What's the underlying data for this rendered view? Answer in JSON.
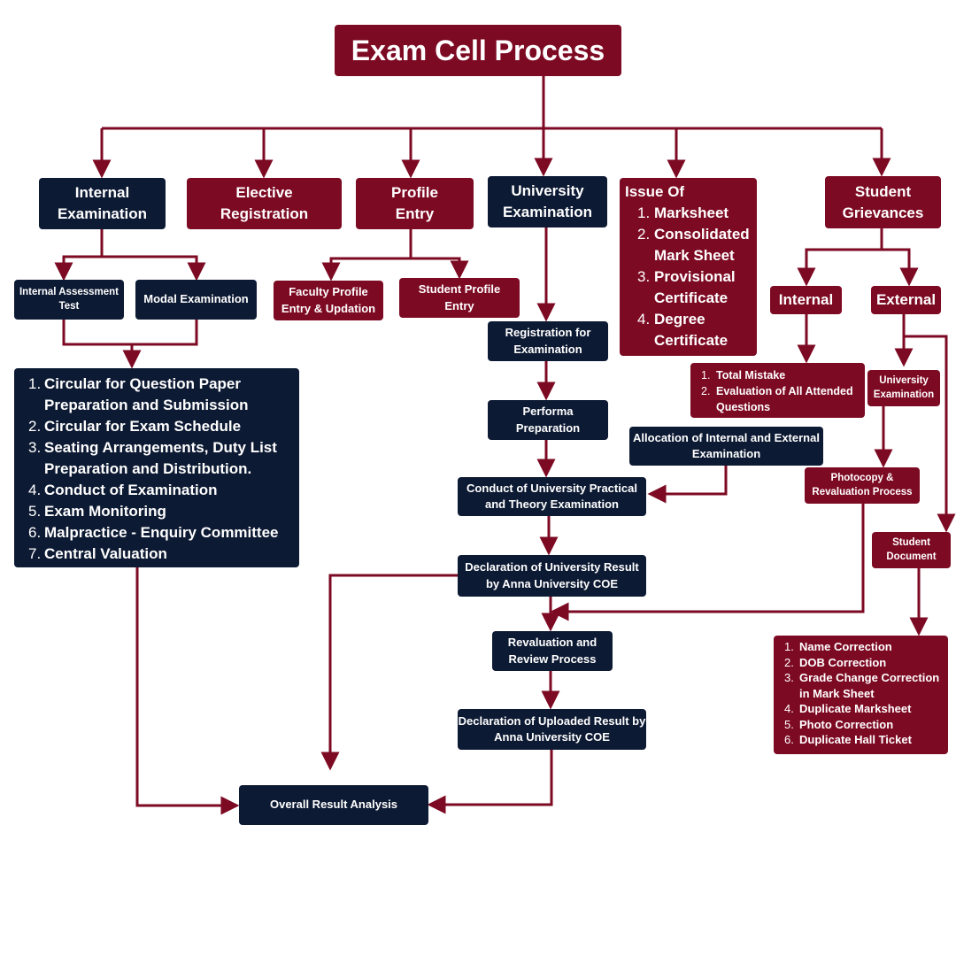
{
  "title": "Exam Cell Process",
  "colors": {
    "accent": "#7d0a23",
    "dark": "#0d1a33",
    "background": "#ffffff"
  },
  "top_level": {
    "internal_examination": "Internal Examination",
    "elective_registration": "Elective Registration",
    "profile_entry": "Profile Entry",
    "university_examination": "University Examination",
    "issue_of": {
      "heading": "Issue Of",
      "items": [
        "Marksheet",
        "Consolidated Mark Sheet",
        "Provisional Certificate",
        "Degree Certificate"
      ]
    },
    "student_grievances": "Student Grievances"
  },
  "internal_branch": {
    "internal_assessment_test": "Internal Assessment Test",
    "modal_examination": "Modal Examination",
    "steps": [
      "Circular for Question Paper Preparation and Submission",
      "Circular for Exam Schedule",
      "Seating Arrangements, Duty List Preparation and Distribution.",
      "Conduct of Examination",
      "Exam Monitoring",
      "Malpractice - Enquiry Committee",
      "Central Valuation"
    ]
  },
  "profile_branch": {
    "faculty_profile": "Faculty Profile Entry & Updation",
    "student_profile": "Student Profile Entry"
  },
  "university_branch": {
    "registration": "Registration for Examination",
    "performa": "Performa Preparation",
    "allocation": "Allocation of Internal and External Examination",
    "conduct": "Conduct of University Practical and Theory Examination",
    "declaration": "Declaration of University Result by Anna University COE",
    "revaluation": "Revaluation and Review Process",
    "declaration_uploaded": "Declaration of Uploaded Result by Anna University COE",
    "overall": "Overall Result Analysis"
  },
  "grievance_branch": {
    "internal": "Internal",
    "external": "External",
    "internal_items": [
      "Total Mistake",
      "Evaluation of All Attended Questions"
    ],
    "university_examination": "University Examination",
    "photocopy": "Photocopy & Revaluation Process",
    "student_document": "Student Document",
    "document_items": [
      "Name Correction",
      "DOB Correction",
      "Grade Change Correction in Mark Sheet",
      "Duplicate Marksheet",
      "Photo Correction",
      "Duplicate Hall Ticket"
    ]
  }
}
